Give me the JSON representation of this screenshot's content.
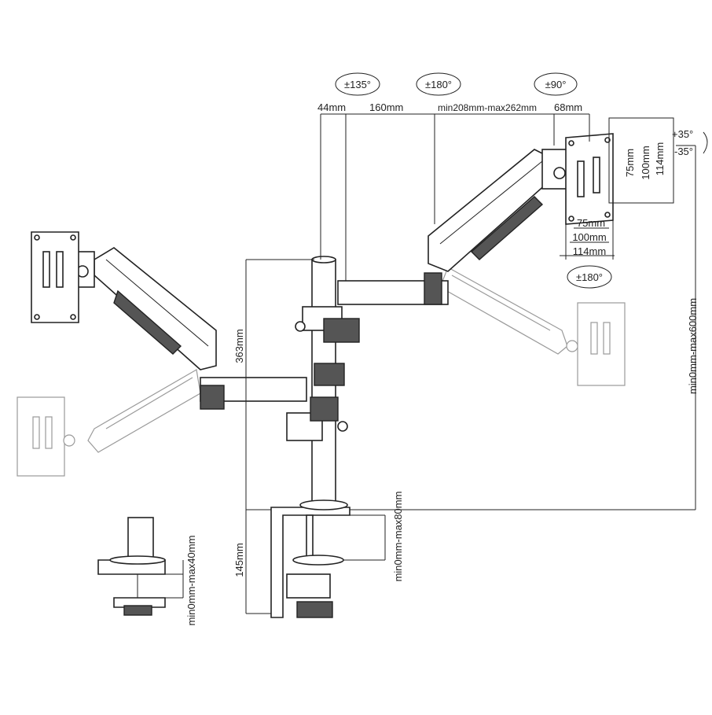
{
  "rotations": {
    "arm_base": "±135°",
    "arm_elbow": "±180°",
    "head_swivel": "±90°",
    "tilt_up": "+35°",
    "tilt_down": "-35°",
    "rotation": "±180°"
  },
  "dimensions": {
    "pole_offset": "44mm",
    "lower_arm": "160mm",
    "upper_arm": "min208mm-max262mm",
    "head": "68mm",
    "pole_height": "363mm",
    "clamp_height": "145mm",
    "vertical_range": "min0mm-max600mm",
    "desk_thickness": "min0mm-max80mm",
    "grommet_thickness": "min0mm-max40mm",
    "vesa_75": "75mm",
    "vesa_100": "100mm",
    "vesa_114": "114mm"
  }
}
